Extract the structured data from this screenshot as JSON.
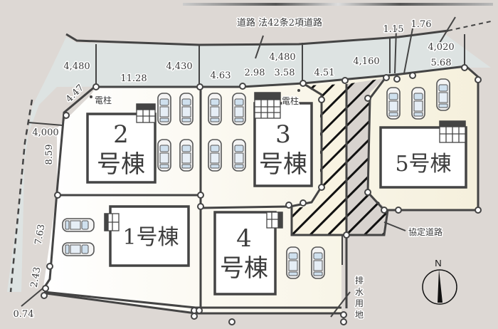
{
  "road": {
    "label": "道路 法42条2項道路",
    "widths": [
      "4,480",
      "4,430",
      "4,480",
      "4,160",
      "4,020"
    ],
    "side_width": "4,000"
  },
  "frontage_dims": [
    "11.28",
    "4.63",
    "2.98",
    "3.58",
    "4.51",
    "1.15",
    "1.76",
    "5.68"
  ],
  "side_dims": [
    "4.47",
    "8.59",
    "7.63",
    "2.43",
    "0.74"
  ],
  "utility_pole_label": "電柱",
  "buildings": [
    {
      "id": "1",
      "label": "1号棟"
    },
    {
      "id": "2",
      "num": "2",
      "suffix": "号棟"
    },
    {
      "id": "3",
      "num": "3",
      "suffix": "号棟"
    },
    {
      "id": "4",
      "num": "4",
      "suffix": "号棟"
    },
    {
      "id": "5",
      "label": "5号棟"
    }
  ],
  "agreement_road_label": "協定道路",
  "drainage_label": [
    "排",
    "水",
    "用",
    "地"
  ],
  "compass": {
    "north_label": "N"
  },
  "colors": {
    "background": "#ddd8d4",
    "road": "#dde3e2",
    "lot": "#faf5e6",
    "line": "#444444"
  }
}
